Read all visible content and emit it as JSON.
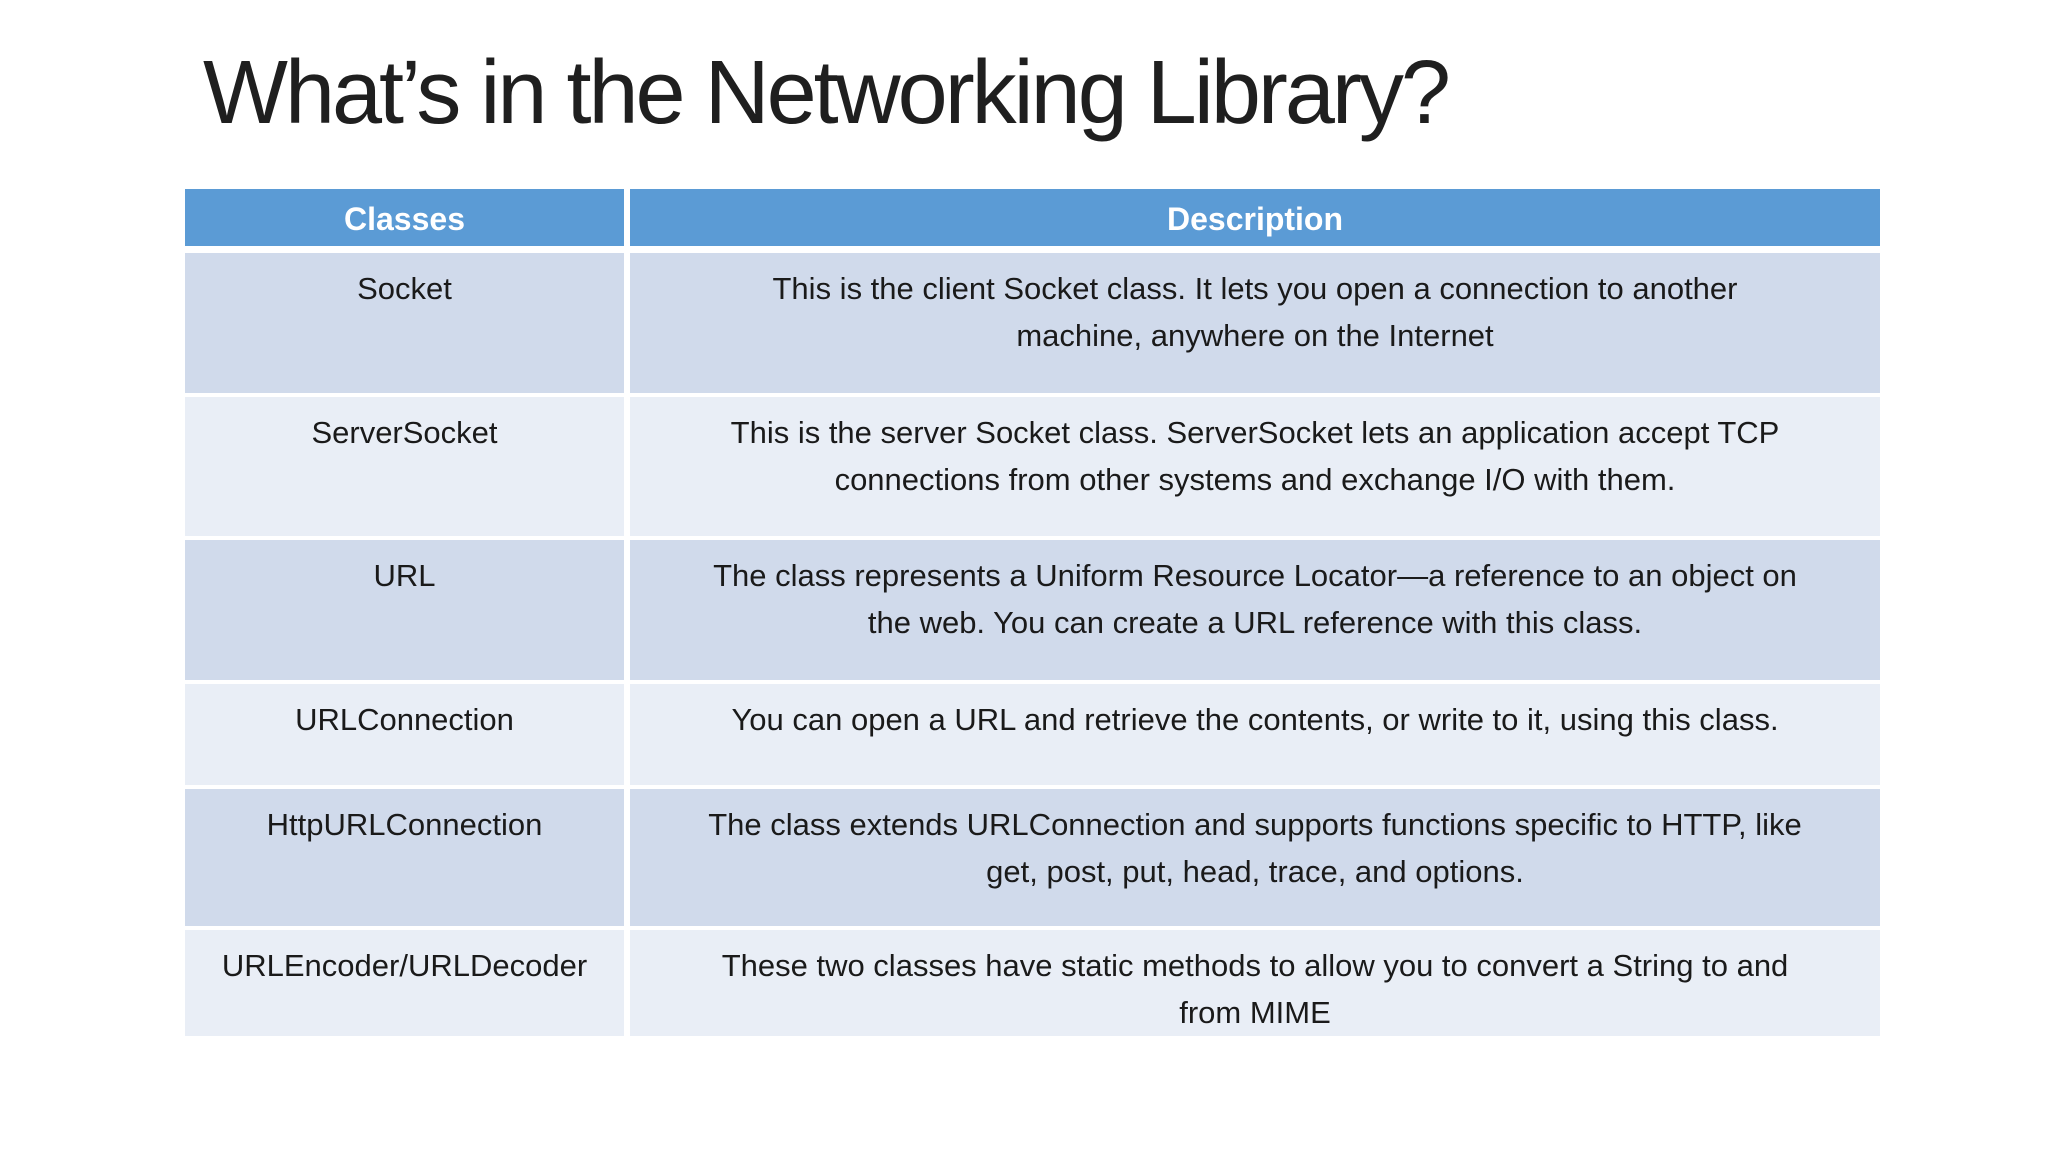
{
  "slide": {
    "title": "What’s in the Networking Library?"
  },
  "colors": {
    "header_bg": "#5b9bd5",
    "header_text": "#ffffff",
    "band_dark": "#d0daeb",
    "band_light": "#e9eef6",
    "body_text": "#1a1a1a",
    "background": "#ffffff"
  },
  "table": {
    "headers": [
      {
        "label": "Classes"
      },
      {
        "label": "Description"
      }
    ],
    "rows": [
      {
        "class_name": "Socket",
        "description": "This is the client Socket class. It lets you open a connection to another\nmachine, anywhere on the Internet"
      },
      {
        "class_name": "ServerSocket",
        "description": "This is the server Socket class. ServerSocket lets an application accept TCP\nconnections from other systems and exchange I/O with them."
      },
      {
        "class_name": "URL",
        "description": "The class represents a Uniform Resource Locator—a reference to an object on\nthe web. You can create a URL reference with this class."
      },
      {
        "class_name": "URLConnection",
        "description": "You can open a URL and retrieve the contents, or write to it, using this class."
      },
      {
        "class_name": "HttpURLConnection",
        "description": "The class extends URLConnection and supports functions specific to HTTP, like\nget, post, put, head, trace, and options."
      },
      {
        "class_name": "URLEncoder/URLDecoder",
        "description": "These two classes have static methods to allow you to convert a String to and\nfrom MIME"
      }
    ]
  }
}
